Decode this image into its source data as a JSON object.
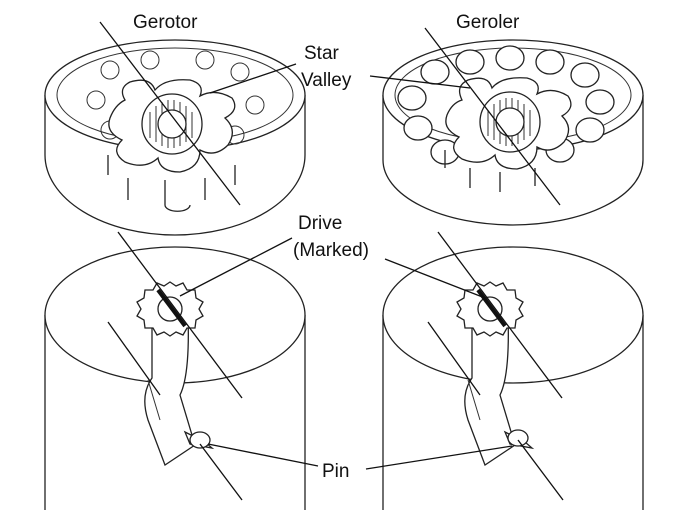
{
  "labels": {
    "gerotor": "Gerotor",
    "geroler": "Geroler",
    "star": "Star",
    "valley": "Valley",
    "drive_line1": "Drive",
    "drive_line2": "(Marked)",
    "pin": "Pin"
  }
}
